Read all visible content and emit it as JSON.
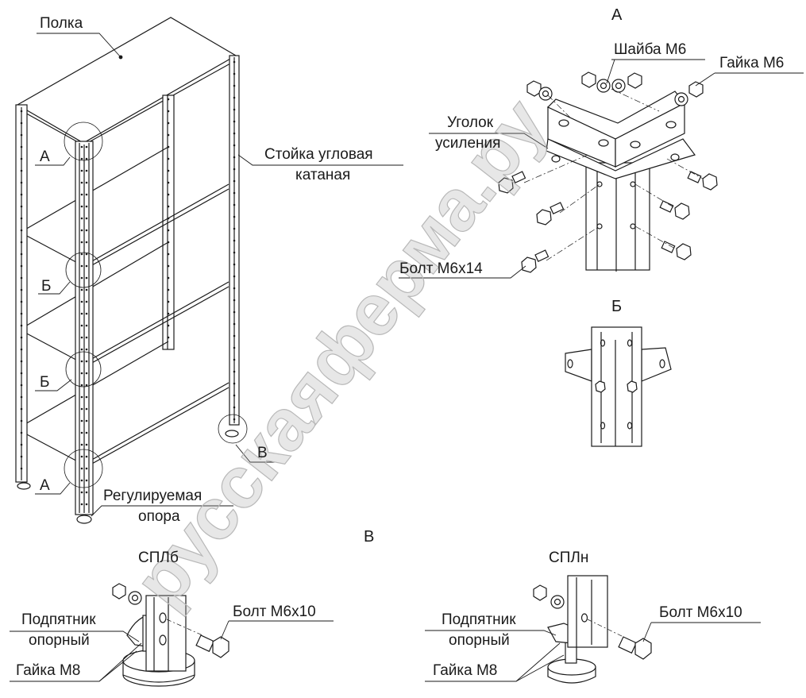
{
  "diagram": {
    "watermark": "русскаяферма.ру",
    "main_view": {
      "labels": {
        "shelf": "Полка",
        "post": [
          "Стойка угловая",
          "катаная"
        ],
        "adjustable_foot": [
          "Регулируемая",
          "опора"
        ],
        "callout_a_top": "А",
        "callout_b_upper": "Б",
        "callout_b_lower": "Б",
        "callout_a_bottom": "А",
        "callout_v": "В"
      }
    },
    "detail_a": {
      "title": "А",
      "labels": {
        "washer": "Шайба М6",
        "nut": "Гайка М6",
        "corner_bracket": [
          "Уголок",
          "усиления"
        ],
        "bolt": "Болт М6х14"
      }
    },
    "detail_b": {
      "title": "Б"
    },
    "detail_v": {
      "title": "В",
      "variants": [
        {
          "name": "СПЛб",
          "bolt": "Болт М6х10",
          "thrust_pad": [
            "Подпятник",
            "опорный"
          ],
          "nut": "Гайка М8"
        },
        {
          "name": "СПЛн",
          "bolt": "Болт М6х10",
          "thrust_pad": [
            "Подпятник",
            "опорный"
          ],
          "nut": "Гайка М8"
        }
      ]
    }
  }
}
